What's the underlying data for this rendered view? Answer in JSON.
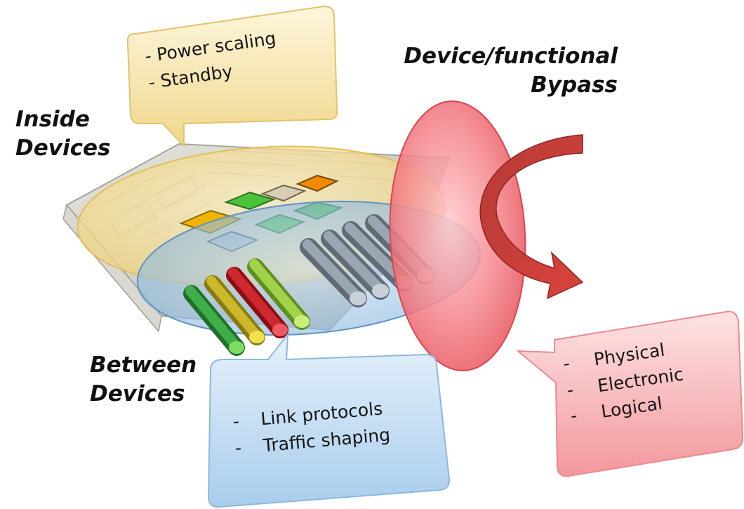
{
  "labels": {
    "inside_devices": [
      "Inside",
      "Devices"
    ],
    "between_devices": [
      "Between",
      "Devices"
    ],
    "bypass": [
      "Device/functional",
      "Bypass"
    ]
  },
  "callouts": {
    "inside": {
      "items": [
        "Power scaling",
        "Standby"
      ],
      "marker": "-"
    },
    "between": {
      "items": [
        "Link protocols",
        "Traffic shaping"
      ],
      "marker": "-"
    },
    "bypass": {
      "items": [
        "Physical",
        "Electronic",
        "Logical"
      ],
      "marker": "-"
    }
  },
  "colors": {
    "inside_region": "#f3d98a",
    "between_region": "#9cc4e6",
    "bypass_region": "#f06a72",
    "bypass_arrow": "#b8322e",
    "board": "#cfcfc5",
    "chip_yellow": "#f0b400",
    "chip_green": "#4cc23a",
    "chip_orange": "#f08a00",
    "cable_green": "#2f9a3a",
    "cable_yellow": "#b7a21a",
    "cable_red": "#c01b22",
    "cable_lime": "#88c23a",
    "cable_grey": "#8a96a2"
  },
  "icons": {
    "bypass_arrow": "curved-arrow-icon",
    "device": "line-card-icon"
  }
}
